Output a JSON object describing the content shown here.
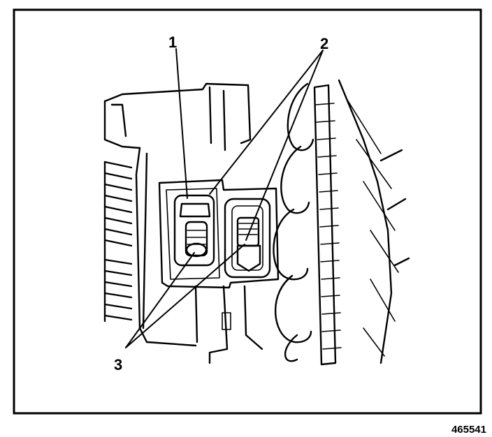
{
  "callouts": {
    "one": "1",
    "two": "2",
    "three": "3"
  },
  "figure_id": "465541",
  "colors": {
    "ink": "#000000",
    "paper": "#ffffff"
  }
}
